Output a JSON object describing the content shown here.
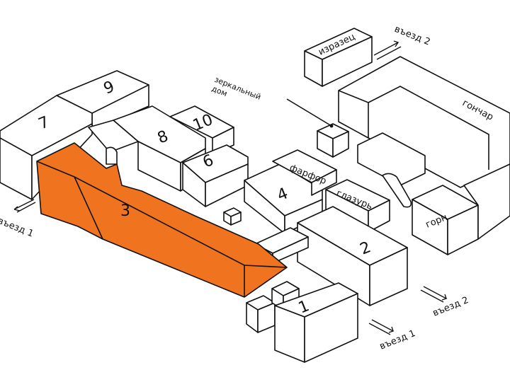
{
  "buildings": {
    "b1": "1",
    "b2": "2",
    "b3": "3",
    "b4": "4",
    "b6": "6",
    "b7": "7",
    "b8": "8",
    "b9": "9",
    "b10": "10"
  },
  "labels": {
    "izrazets": "изразец",
    "zerkalny_line1": "зеркальный",
    "zerkalny_line2": "дом",
    "gonchar": "гончар",
    "farfor": "фарфор",
    "glazur": "глазурь",
    "gorn": "горн"
  },
  "entrances": {
    "entry1_left": "въезд 1",
    "entry2_top": "въезд 2",
    "entry2_bottom": "въезд 2",
    "entry1_bottom": "въезд 1"
  },
  "colors": {
    "highlight": "#f07420",
    "outline": "#111111"
  },
  "highlighted_building": "3"
}
